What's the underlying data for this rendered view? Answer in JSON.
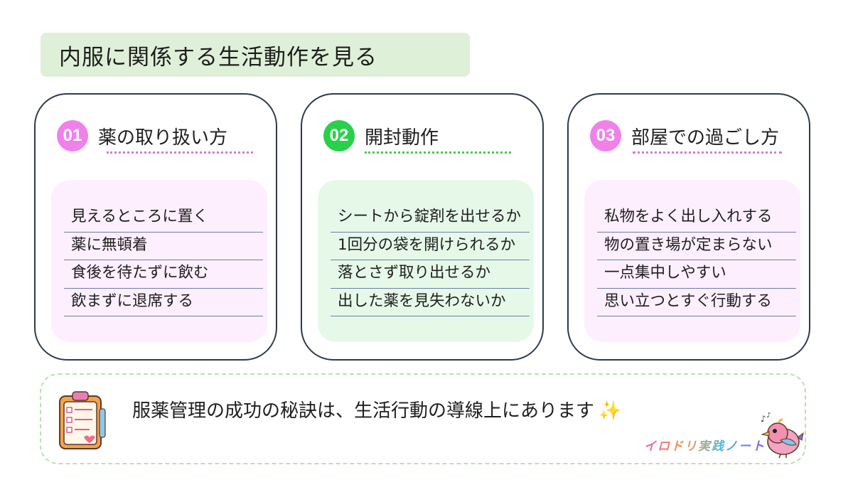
{
  "title": "内服に関係する生活動作を見る",
  "cards": [
    {
      "number": "01",
      "title": "薬の取り扱い方",
      "items": [
        "見えるところに置く",
        "薬に無頓着",
        "食後を待たずに飲む",
        "飲まずに退席する"
      ]
    },
    {
      "number": "02",
      "title": "開封動作",
      "items": [
        "シートから錠剤を出せるか",
        "1回分の袋を開けられるか",
        "落とさず取り出せるか",
        "出した薬を見失わないか"
      ]
    },
    {
      "number": "03",
      "title": "部屋での過ごし方",
      "items": [
        "私物をよく出し入れする",
        "物の置き場が定まらない",
        "一点集中しやすい",
        "思い立つとすぐ行動する"
      ]
    }
  ],
  "bottom": {
    "message": "服薬管理の成功の秘訣は、生活行動の導線上にあります",
    "sparkle": "✨",
    "brand": "イロドリ実践ノート"
  },
  "icons": {
    "clipboard": "clipboard-checklist-icon",
    "bird": "bird-mascot-icon",
    "sparkle": "sparkle-icon"
  },
  "colors": {
    "title_bg": "#dff0d8",
    "pink_accent": "#ee82ea",
    "green_accent": "#29d14a",
    "pink_panel": "#fdeffd",
    "green_panel": "#e6f9e9",
    "card_border": "#2e3a4d"
  }
}
